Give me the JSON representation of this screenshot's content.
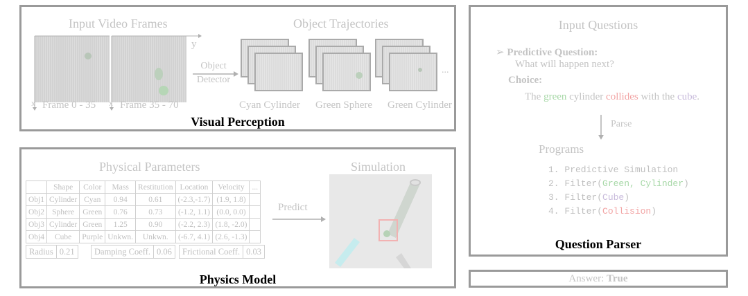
{
  "visual_perception": {
    "title": "Visual Perception",
    "frames_heading": "Input Video Frames",
    "trajectories_heading": "Object Trajectories",
    "axis_x": "x",
    "axis_y": "y",
    "frame_labels": [
      "Frame 0 - 35",
      "Frame 35 - 70"
    ],
    "detector_label_line1": "Object",
    "detector_label_line2": "Detector",
    "trajectory_labels": [
      "Cyan Cylinder",
      "Green Sphere",
      "Green Cylinder"
    ],
    "ellipsis": "..."
  },
  "physics_model": {
    "title": "Physics Model",
    "params_heading": "Physical Parameters",
    "simulation_heading": "Simulation",
    "predict_label": "Predict",
    "table": {
      "headers": [
        "",
        "Shape",
        "Color",
        "Mass",
        "Restitution",
        "Location",
        "Velocity",
        "..."
      ],
      "rows": [
        [
          "Obj1",
          "Cylinder",
          "Cyan",
          "0.94",
          "0.61",
          "(-2.3,-1.7)",
          "(1.9, 1.8)",
          ""
        ],
        [
          "Obj2",
          "Sphere",
          "Green",
          "0.76",
          "0.73",
          "(-1.2, 1.1)",
          "(0.0, 0.0)",
          ""
        ],
        [
          "Obj3",
          "Cylinder",
          "Green",
          "1.25",
          "0.90",
          "(-2.2, 2.3)",
          "(1.8, -2.0)",
          ""
        ],
        [
          "Obj4",
          "Cube",
          "Purple",
          "Unkwn.",
          "Unkwn.",
          "(-6.7, 4.1)",
          "(2.6, -1.3)",
          ""
        ]
      ]
    },
    "coefficients": [
      {
        "label": "Radius",
        "value": "0.21"
      },
      {
        "label": "Damping Coeff.",
        "value": "0.06"
      },
      {
        "label": "Frictional Coeff.",
        "value": "0.03"
      }
    ]
  },
  "question_parser": {
    "title": "Question Parser",
    "heading": "Input Questions",
    "bullet": "➢",
    "predictive_label": "Predictive Question:",
    "question": "What will happen next?",
    "choice_label": "Choice:",
    "choice": {
      "p1": "The ",
      "green_word": "green",
      "p2": " cylinder ",
      "red_word": "collides",
      "p3": " with the ",
      "purple_word": "cube",
      "p4": "."
    },
    "parse_label": "Parse",
    "programs_heading": "Programs",
    "programs": {
      "l1": "1. Predictive Simulation",
      "l2a": "2. Filter(",
      "l2b": "Green, Cylinder",
      "l2c": ")",
      "l3a": "3. Filter(",
      "l3b": "Cube",
      "l3c": ")",
      "l4a": "4. Filter(",
      "l4b": "Collision",
      "l4c": ")"
    }
  },
  "answer": {
    "label": "Answer: ",
    "value": "True"
  },
  "colors": {
    "panel_border": "#9a9a9a",
    "green": "#a8d8a8",
    "red": "#f2a4a4",
    "purple": "#c9bcdc",
    "cyan": "#a8f0f0"
  }
}
